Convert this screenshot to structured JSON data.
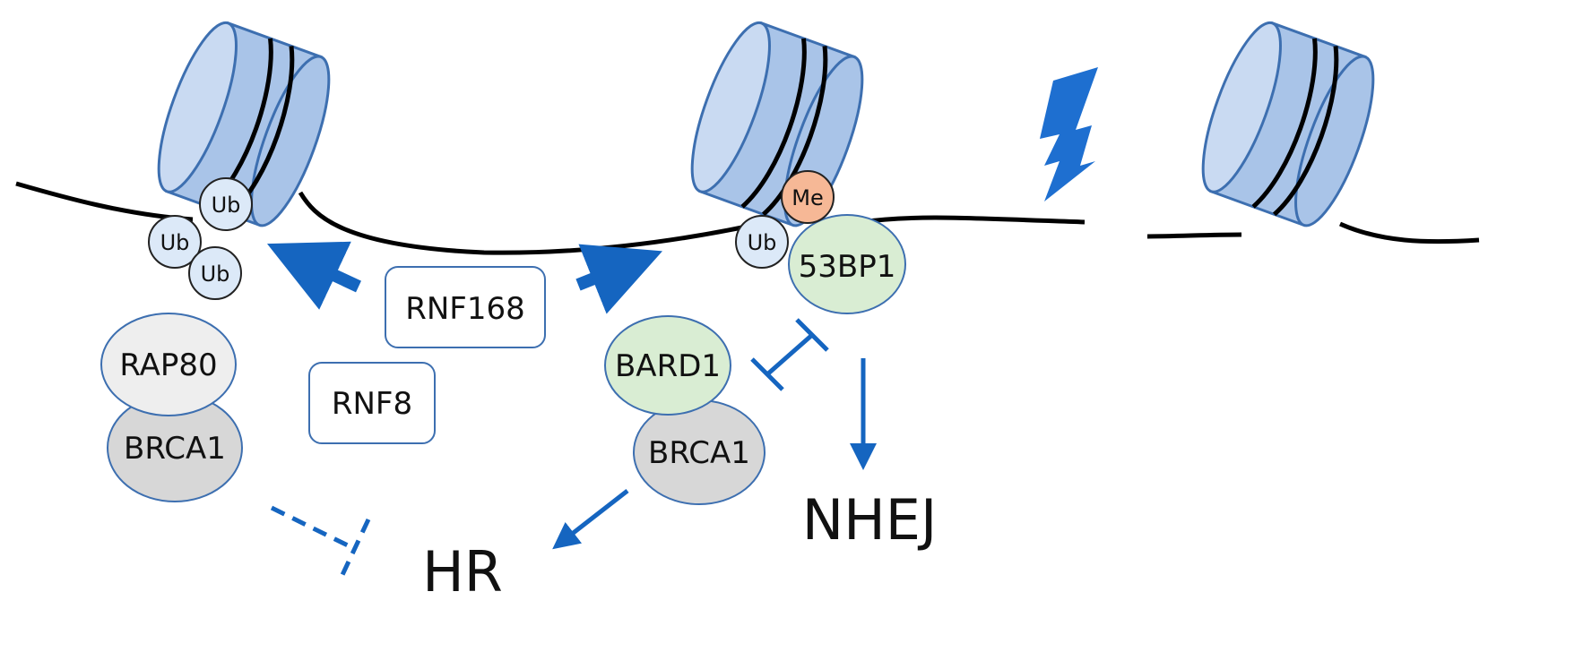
{
  "ubiquitin": [
    "Ub",
    "Ub",
    "Ub",
    "Ub"
  ],
  "methyl": "Me",
  "proteins": {
    "rap80": "RAP80",
    "brca1_left": "BRCA1",
    "rnf168": "RNF168",
    "rnf8": "RNF8",
    "bard1": "BARD1",
    "brca1_right": "BRCA1",
    "p53bp1": "53BP1"
  },
  "outcomes": {
    "nhej": "NHEJ",
    "hr": "HR"
  },
  "colors": {
    "arrow": "#1565c0",
    "nucleosome_fill": "#a9c4e8",
    "nucleosome_face": "#c9daf2",
    "nucleosome_stroke": "#3d6fb0",
    "ub_fill": "#dce9f8",
    "me_fill": "#f6b896",
    "bard1_fill": "#d9edd3",
    "p53bp1_fill": "#d9edd3",
    "brca1_fill": "#d7d7d7",
    "rap80_fill": "#eeeeee",
    "lightning": "#1e6fd0"
  }
}
